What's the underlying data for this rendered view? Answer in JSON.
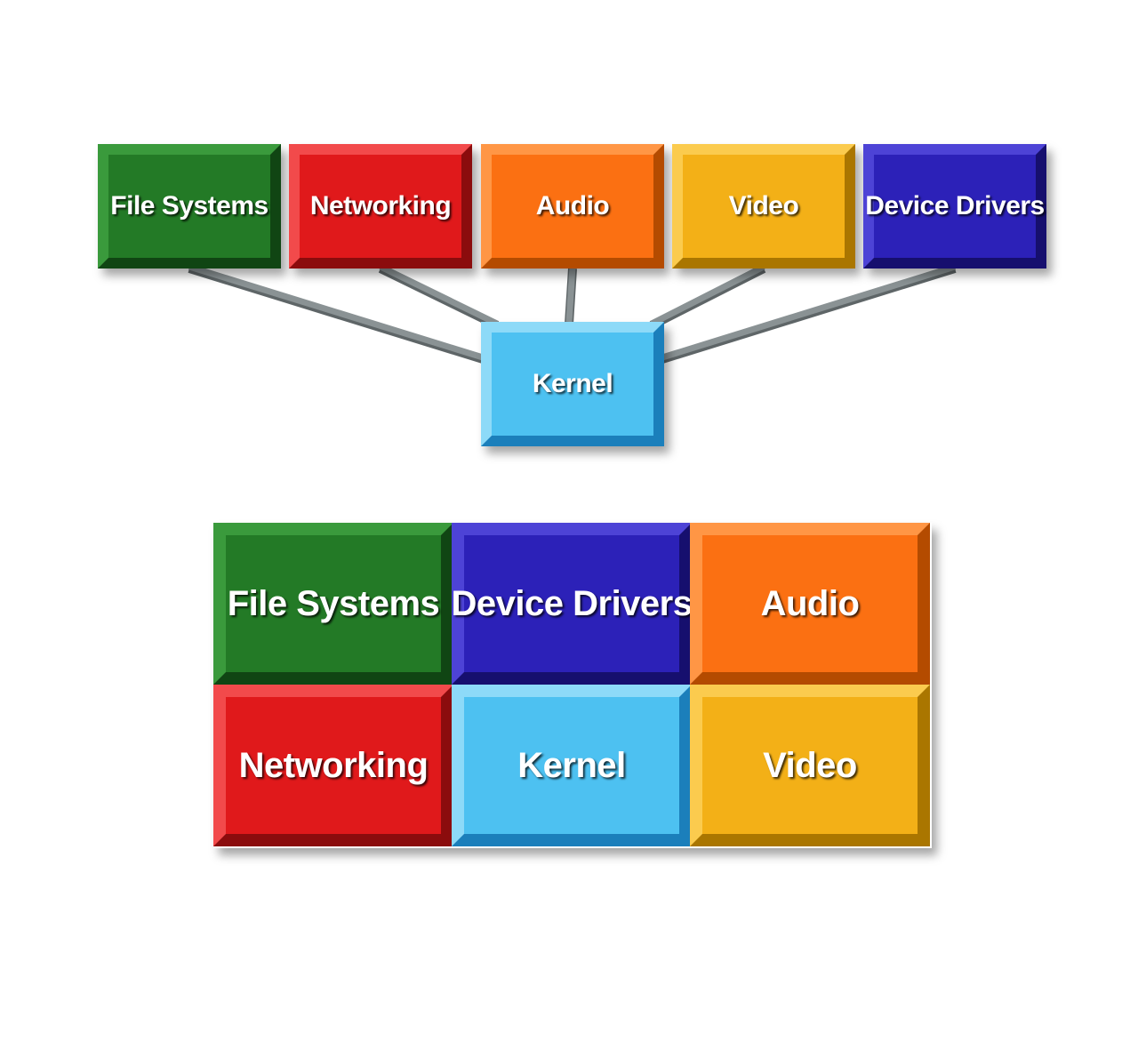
{
  "top_diagram": {
    "modules": [
      {
        "label": "File Systems",
        "color": "#237a26",
        "light": "#3a9a3c",
        "dark": "#104513"
      },
      {
        "label": "Networking",
        "color": "#e0191b",
        "light": "#f24a4b",
        "dark": "#8b0c0d"
      },
      {
        "label": "Audio",
        "color": "#fb7012",
        "light": "#ff9645",
        "dark": "#b44b00"
      },
      {
        "label": "Video",
        "color": "#f3b017",
        "light": "#fbcb4e",
        "dark": "#aa7600"
      },
      {
        "label": "Device Drivers",
        "color": "#2c21b8",
        "light": "#4d43d6",
        "dark": "#160f6e"
      }
    ],
    "kernel": {
      "label": "Kernel",
      "color": "#4dc1f1",
      "light": "#8ddaf8",
      "dark": "#1b7fbb"
    },
    "connector_color": "#8a9294"
  },
  "bottom_diagram": {
    "rows": [
      [
        {
          "label": "File Systems",
          "color": "#237a26",
          "light": "#3a9a3c",
          "dark": "#104513"
        },
        {
          "label": "Device Drivers",
          "color": "#2c21b8",
          "light": "#4d43d6",
          "dark": "#160f6e"
        },
        {
          "label": "Audio",
          "color": "#fb7012",
          "light": "#ff9645",
          "dark": "#b44b00"
        }
      ],
      [
        {
          "label": "Networking",
          "color": "#e0191b",
          "light": "#f24a4b",
          "dark": "#8b0c0d"
        },
        {
          "label": "Kernel",
          "color": "#4dc1f1",
          "light": "#8ddaf8",
          "dark": "#1b7fbb"
        },
        {
          "label": "Video",
          "color": "#f3b017",
          "light": "#fbcb4e",
          "dark": "#aa7600"
        }
      ]
    ]
  }
}
